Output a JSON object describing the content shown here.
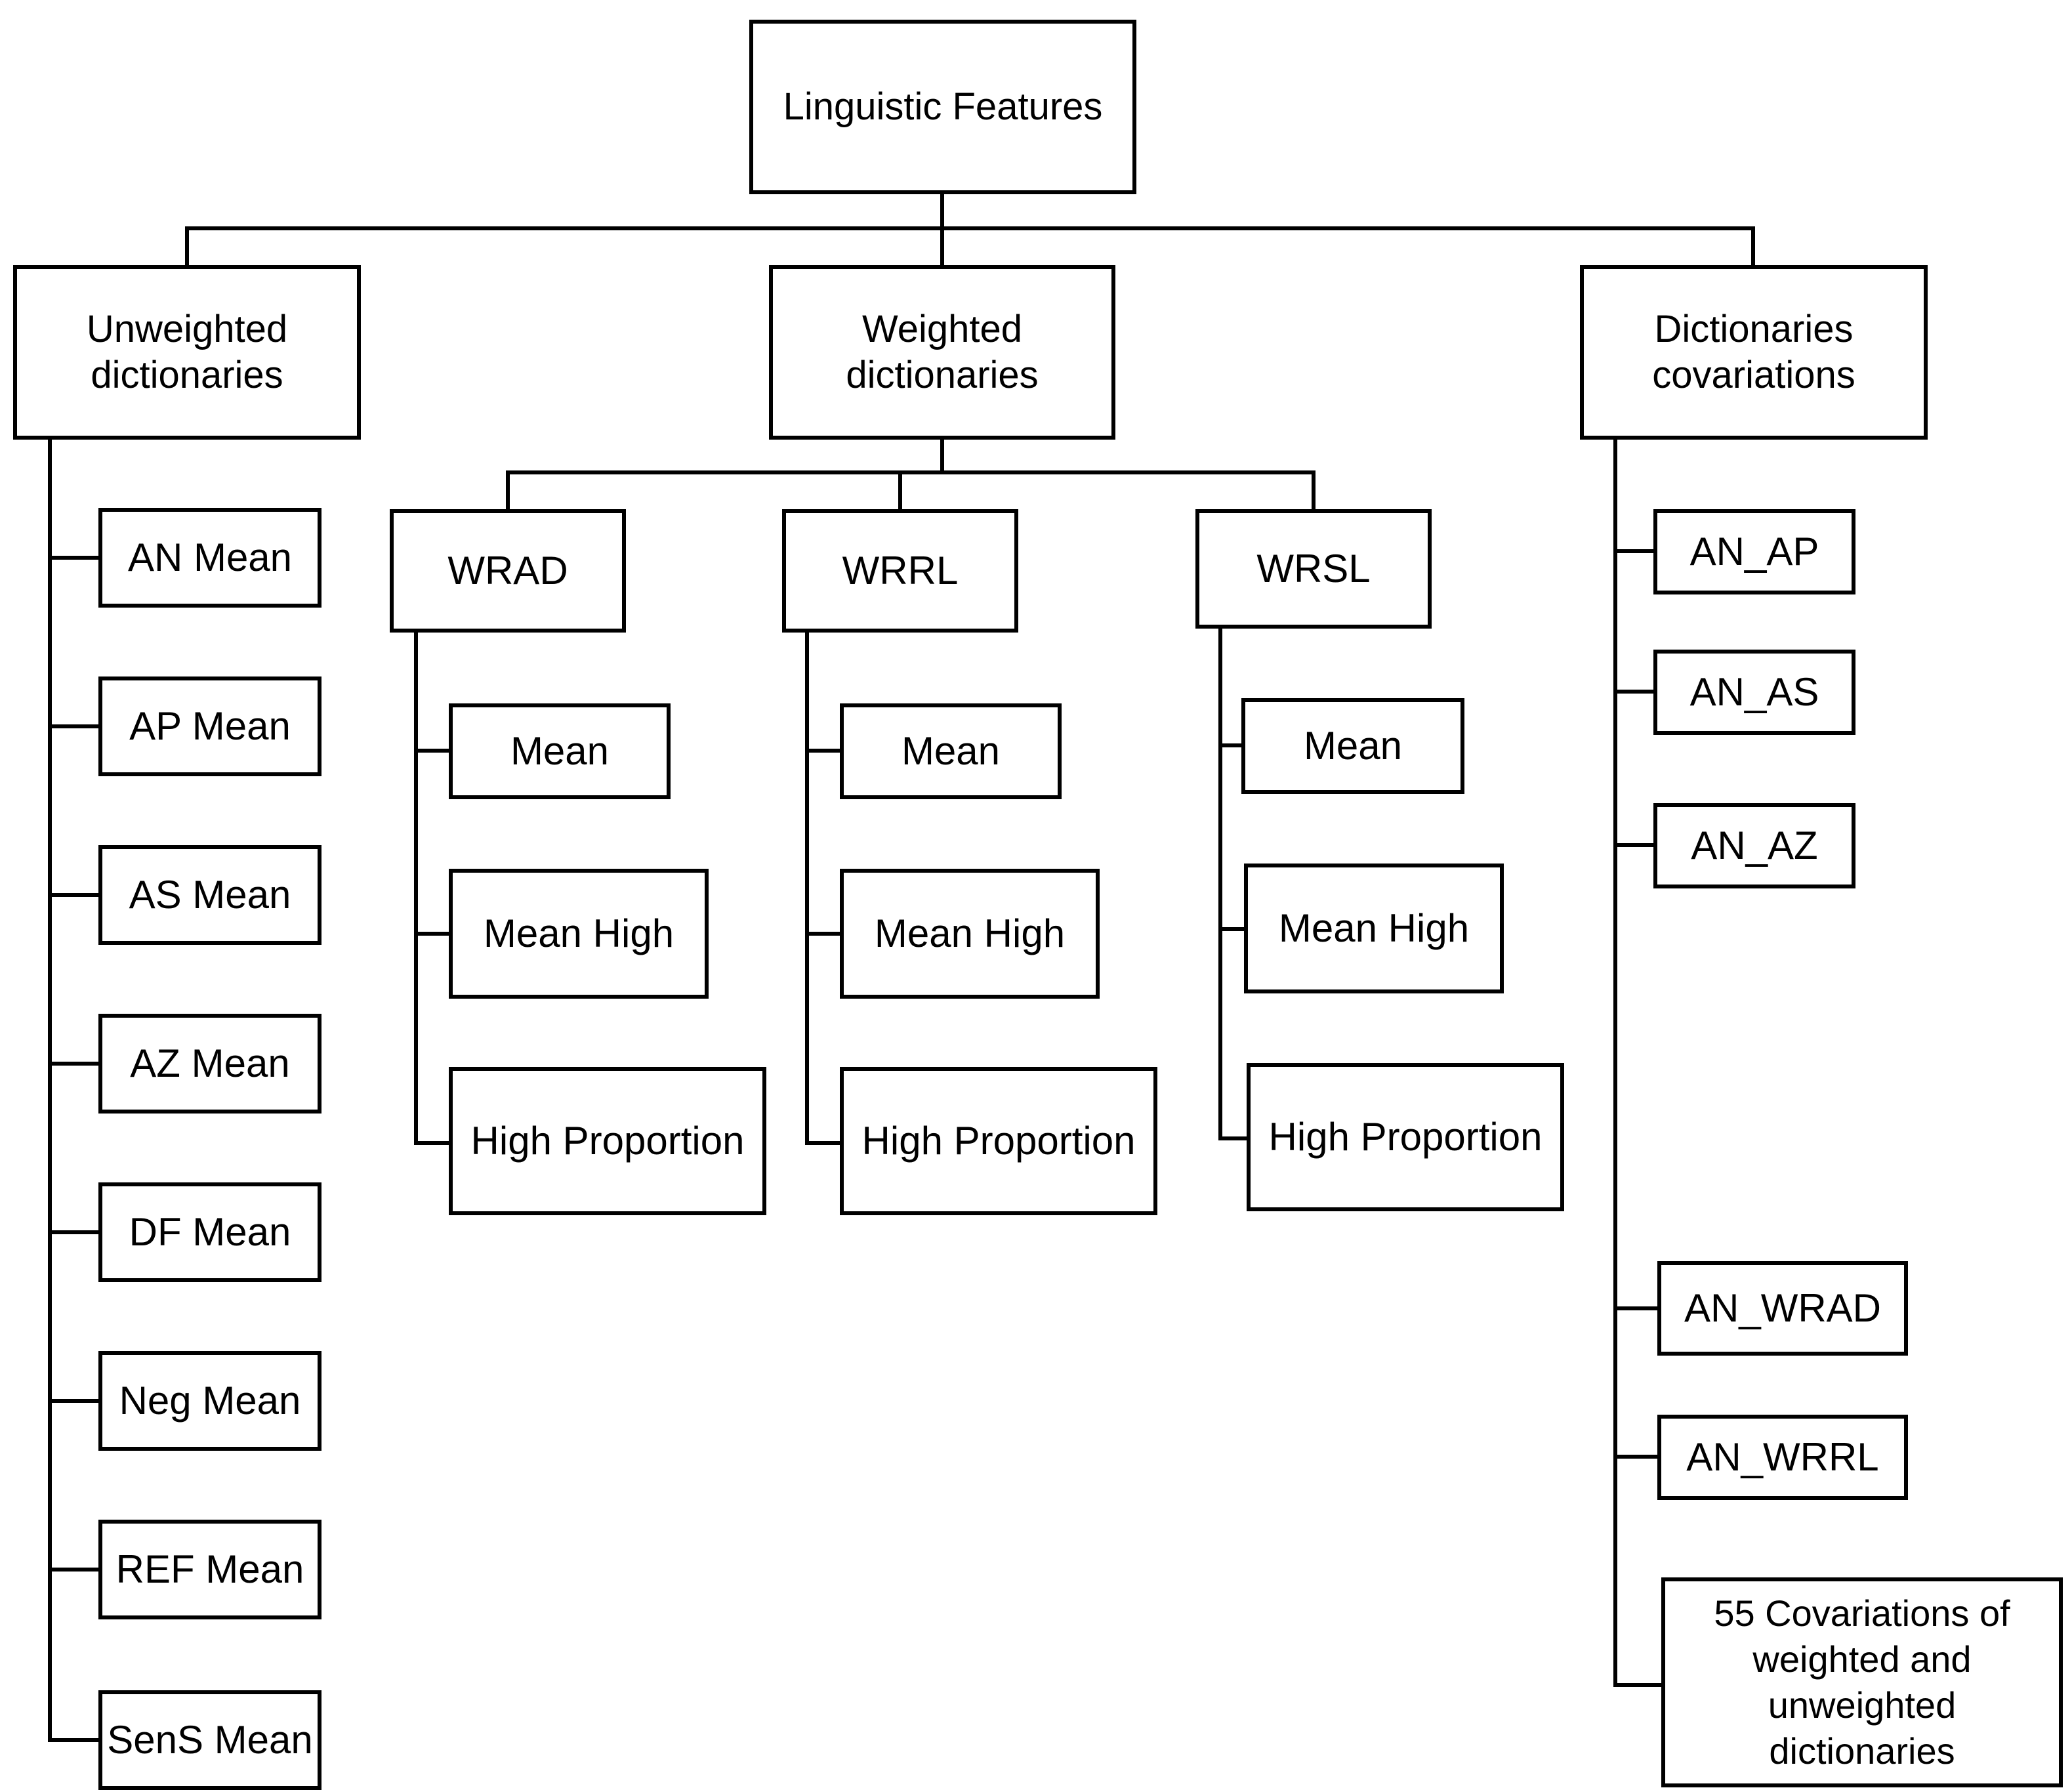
{
  "root": {
    "label": "Linguistic Features"
  },
  "categories": {
    "unweighted": {
      "label": "Unweighted\ndictionaries",
      "items": [
        "AN Mean",
        "AP Mean",
        "AS Mean",
        "AZ Mean",
        "DF Mean",
        "Neg Mean",
        "REF Mean",
        "SenS Mean"
      ]
    },
    "weighted": {
      "label": "Weighted\ndictionaries",
      "groups": [
        {
          "label": "WRAD",
          "items": [
            "Mean",
            "Mean High",
            "High Proportion"
          ]
        },
        {
          "label": "WRRL",
          "items": [
            "Mean",
            "Mean High",
            "High Proportion"
          ]
        },
        {
          "label": "WRSL",
          "items": [
            "Mean",
            "Mean High",
            "High Proportion"
          ]
        }
      ]
    },
    "covariations": {
      "label": "Dictionaries\ncovariations",
      "items": [
        "AN_AP",
        "AN_AS",
        "AN_AZ",
        "AN_WRAD",
        "AN_WRRL",
        "55 Covariations of\nweighted and\nunweighted\ndictionaries"
      ]
    }
  }
}
